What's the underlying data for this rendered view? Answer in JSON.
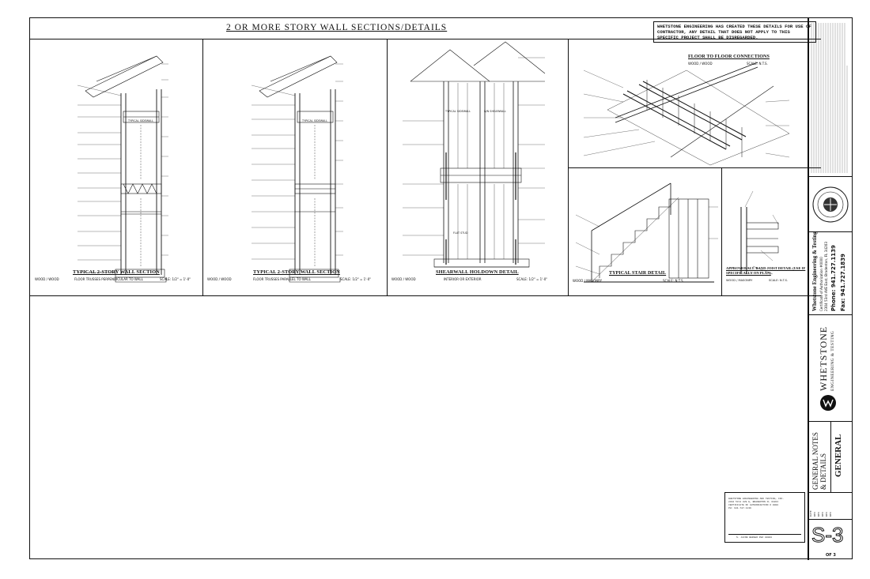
{
  "sheet_title": "2 OR MORE STORY WALL SECTIONS/DETAILS",
  "disclaimer": "WHETSTONE ENGINEERING HAS CREATED THESE DETAILS FOR USE OF CONTRACTOR, ANY DETAIL THAT DOES NOT APPLY TO THIS SPECIFIC PROJECT SHALL BE DISREGARDED.",
  "details": [
    {
      "title": "TYPICAL 2-STORY WALL SECTION",
      "left": "WOOD / WOOD",
      "mid": "FLOOR TRUSSES PERPENDICULAR TO WALL",
      "scale": "SCALE: 1/2\" = 1'-0\""
    },
    {
      "title": "TYPICAL 2-STORY WALL SECTION",
      "left": "WOOD / WOOD",
      "mid": "FLOOR TRUSSES PARALLEL TO WALL",
      "scale": "SCALE: 1/2\" = 1'-0\""
    },
    {
      "title": "SHEARWALL HOLDOWN DETAIL",
      "left": "WOOD / WOOD",
      "mid": "INTERIOR OR EXTERIOR",
      "scale": "SCALE: 1/2\" = 1'-0\""
    },
    {
      "title": "FLOOR TO FLOOR CONNECTIONS",
      "left": "WOOD / WOOD",
      "mid": "",
      "scale": "SCALE: N.T.S."
    },
    {
      "title": "TYPICAL STAIR DETAIL",
      "left": "WOOD / MASONRY",
      "mid": "",
      "scale": "SCALE: N.T.S."
    },
    {
      "title": "APPROVED ALT. BAND JOIST DETAIL (USE IF SPECIFICALLY ON PLAN)",
      "left": "WOOD / MASONRY",
      "mid": "",
      "scale": "SCALE: N.T.S."
    }
  ],
  "labels": {
    "typical_sidewall": "TYPICAL SIDEWALL",
    "nn_shearwall": "N/N SHEARWALL",
    "flat_stud": "FLAT STUD",
    "interior_exterior": "INTERIOR OR EXTERIOR"
  },
  "title_block": {
    "company": "Whetstone Engineering & Testing",
    "cert": "Certificate of Authorization #0000",
    "address": "2304 53rd AVE East, Bradenton, FL 34203",
    "phone": "Phone: 941.727.1139",
    "fax": "Fax: 941.727.1839",
    "logo_name": "WHETSTONE",
    "logo_sub": "ENGINEERING & TESTING",
    "sheet_name": "GENERAL NOTES & DETAILS",
    "category": "GENERAL",
    "sheet_number": "S-3",
    "of": "OF 3",
    "rev_rows": [
      "DATE",
      "REV",
      "REV",
      "REV",
      "REV",
      "REV"
    ],
    "stamp_lines": [
      "WHETSTONE ENGINEERING AND TESTING, INC.",
      "2304 53rd AVE E, BRADENTON FL 34203",
      "CERTIFICATE OF AUTHORIZATION # 0000",
      "PH: 941.727.1139"
    ],
    "engineer": "S. JACOB BERGER PE# 00000"
  },
  "colors": {
    "ink": "#111111",
    "paper": "#ffffff"
  }
}
